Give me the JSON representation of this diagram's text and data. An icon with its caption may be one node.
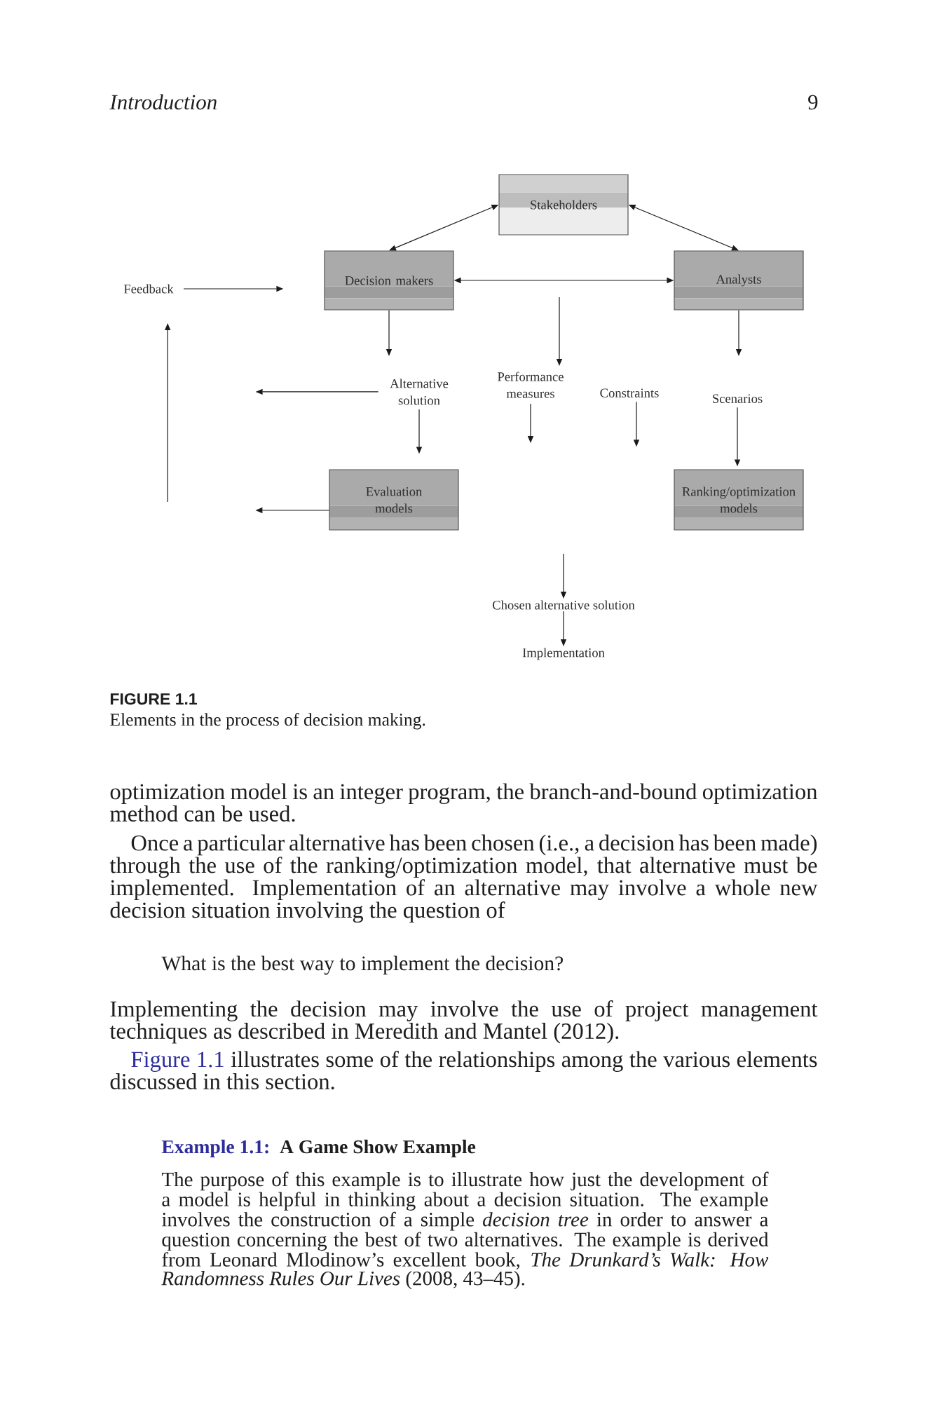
{
  "diagram": {
    "caption": "Elements in the process of decision making.",
    "nodes": [
      {
        "text": [
          "Stakeholders"
        ]
      },
      {
        "text": [
          "Feedback"
        ]
      },
      {
        "text": [
          "Decision makers"
        ]
      },
      {
        "text": [
          "Analysts"
        ]
      },
      {
        "text": [
          "Alternative solution"
        ]
      },
      {
        "text": [
          "Performance measures"
        ]
      },
      {
        "text": [
          "Constraints"
        ]
      },
      {
        "text": [
          "Scenarios"
        ]
      },
      {
        "text": [
          "Evaluation models"
        ]
      },
      {
        "text": [
          "Ranking/optimization models"
        ]
      },
      {
        "text": [
          "Chosen alternative solution"
        ]
      },
      {
        "text": [
          "Implementation"
        ]
      }
    ],
    "edges": [
      {
        "from": 0,
        "to": 2,
        "arrow": "both"
      },
      {
        "from": 0,
        "to": 3,
        "arrow": "both"
      },
      {
        "from": 1,
        "to": 2,
        "arrow": "to"
      },
      {
        "from": 2,
        "to": 3,
        "arrow": "both"
      },
      {
        "from": 2,
        "to": 4,
        "arrow": "to"
      },
      {
        "from": null,
        "to": 5,
        "arrow": "to"
      },
      {
        "from": 3,
        "to": 7,
        "arrow": "to"
      },
      {
        "from": 4,
        "to": null,
        "arrow": "to"
      },
      {
        "from": 4,
        "to": 8,
        "arrow": "to"
      },
      {
        "from": 5,
        "to": null,
        "arrow": "to"
      },
      {
        "from": 6,
        "to": null,
        "arrow": "to"
      },
      {
        "from": 7,
        "to": 9,
        "arrow": "to"
      },
      {
        "from": 8,
        "to": null,
        "arrow": "to"
      },
      {
        "from": null,
        "to": 1,
        "arrow": "to"
      },
      {
        "from": null,
        "to": 10,
        "arrow": "to"
      },
      {
        "from": 10,
        "to": 11,
        "arrow": "to"
      }
    ],
    "labels": [
      "Introduction",
      "9",
      "FIGURE 1.1",
      "optimization model is an integer program, the branch-and-bound optimization method can be used.",
      "Once a particular alternative has been chosen (i.e., a decision has been made) through the use of the ranking/optimization model, that alternative must be implemented. Implementation of an alternative may involve a whole new decision situation involving the question of",
      "What is the best way to implement the decision?",
      "Implementing the decision may involve the use of project management techniques as described in Meredith and Mantel (2012).",
      "Figure 1.1",
      "illustrates some of the relationships among the various elements discussed in this section.",
      "Example 1.1:",
      "A Game Show Example",
      "The purpose of this example is to illustrate how just the development of a model is helpful in thinking about a decision situation. The example involves the construction of a simple *decision tree* in order to answer a question concerning the best of two alternatives. The example is derived from Leonard Mlodinow’s excellent book, *The Drunkard’s Walk: How Randomness Rules Our Lives* (2008, 43–45)."
    ]
  }
}
